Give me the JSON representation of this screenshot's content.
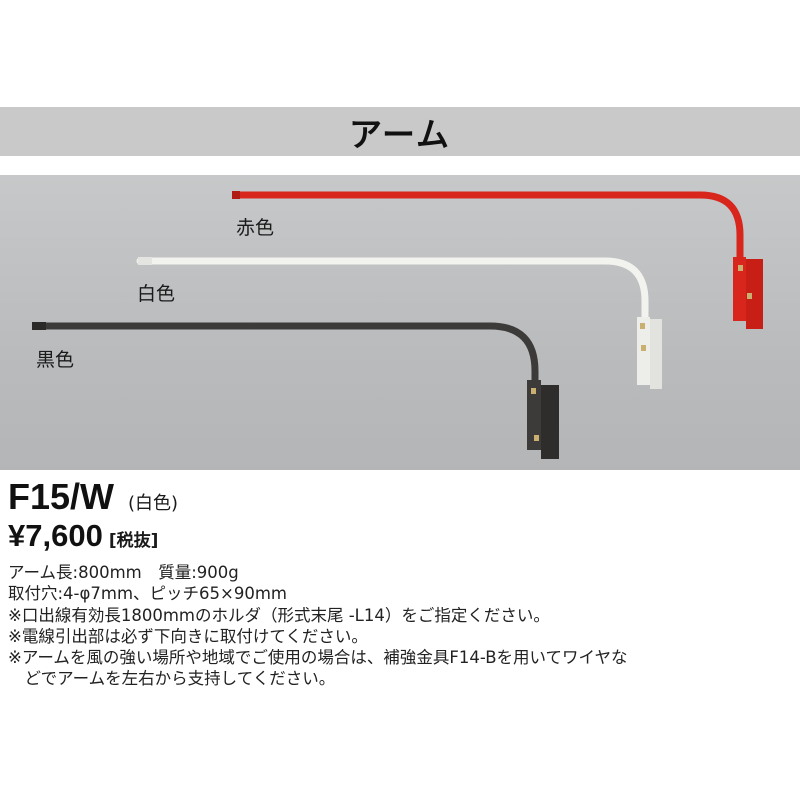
{
  "header": {
    "title": "アーム"
  },
  "photo": {
    "labels": {
      "red": "赤色",
      "white": "白色",
      "black": "黒色"
    },
    "colors": {
      "red": "#d9261c",
      "white": "#f2f2ee",
      "black": "#3d3b39"
    }
  },
  "product": {
    "model": "F15/W",
    "variant": "(白色)",
    "price": "¥7,600",
    "tax": "[税抜]"
  },
  "specs": {
    "line1": "アーム長:800mm　質量:900g",
    "line2": "取付穴:4-φ7mm、ピッチ65×90mm",
    "note1": "※口出線有効長1800mmのホルダ（形式末尾 -L14）をご指定ください。",
    "note2": "※電線引出部は必ず下向きに取付けてください。",
    "note3a": "※アームを風の強い場所や地域でご使用の場合は、補強金具F14-Bを用いてワイヤな",
    "note3b": "　どでアームを左右から支持してください。"
  }
}
